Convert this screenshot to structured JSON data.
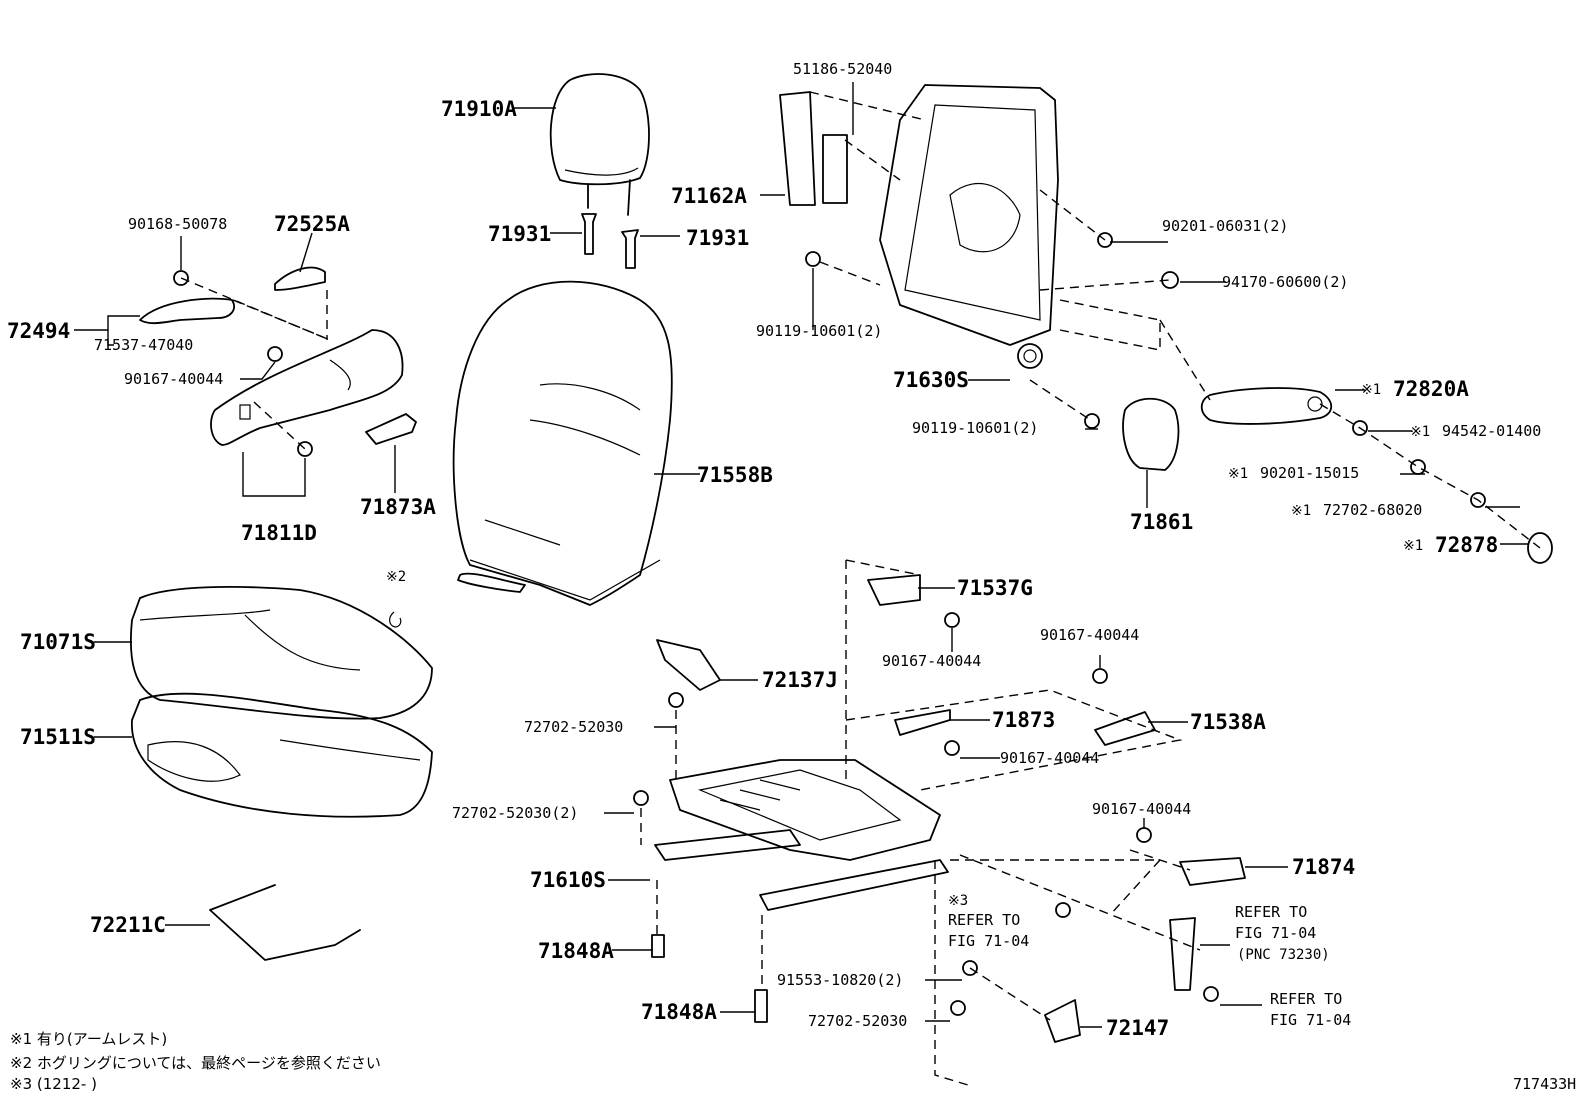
{
  "labels": {
    "p71910A": "71910A",
    "p51186": "51186-52040",
    "p71162A": "71162A",
    "p71931_l": "71931",
    "p71931_r": "71931",
    "p90168": "90168-50078",
    "p72525A": "72525A",
    "p72494": "72494",
    "p71537_47040": "71537-47040",
    "p90167_a": "90167-40044",
    "p71811D": "71811D",
    "p71873A": "71873A",
    "p71558B": "71558B",
    "p90201_06031": "90201-06031(2)",
    "p94170": "94170-60600(2)",
    "p90119_a": "90119-10601(2)",
    "p71630S": "71630S",
    "p90119_b": "90119-10601(2)",
    "p72820A": "72820A",
    "p94542": "94542-01400",
    "p90201_15015": "90201-15015",
    "p72702_68020": "72702-68020",
    "p71861": "71861",
    "p72878": "72878",
    "p71071S": "71071S",
    "p71511S": "71511S",
    "p72211C": "72211C",
    "p71537G": "71537G",
    "p90167_b": "90167-40044",
    "p72137J": "72137J",
    "p72702_52030_a": "72702-52030",
    "p90167_c": "90167-40044",
    "p71873": "71873",
    "p71538A": "71538A",
    "p90167_d": "90167-40044",
    "p72702_52030_2": "72702-52030(2)",
    "p71610S": "71610S",
    "p90167_e": "90167-40044",
    "p71874": "71874",
    "p71848A_a": "71848A",
    "p71848A_b": "71848A",
    "p91553": "91553-10820(2)",
    "p72702_52030_b": "72702-52030",
    "p72147": "72147",
    "ref1_line1": "REFER TO",
    "ref1_line2": "FIG 71-04",
    "ref1_line3": "(PNC 73230)",
    "ref2_line1": "REFER TO",
    "ref2_line2": "FIG 71-04",
    "ref3_line1": "REFER TO",
    "ref3_line2": "FIG 71-04",
    "mark1": "※1",
    "mark2": "※2",
    "mark3": "※3"
  },
  "footnotes": {
    "n1": "※1 有り(アームレスト)",
    "n2": "※2 ホグリングについては、最終ページを参照ください",
    "n3": "※3 (1212-        )"
  },
  "figure_id": "717433H"
}
